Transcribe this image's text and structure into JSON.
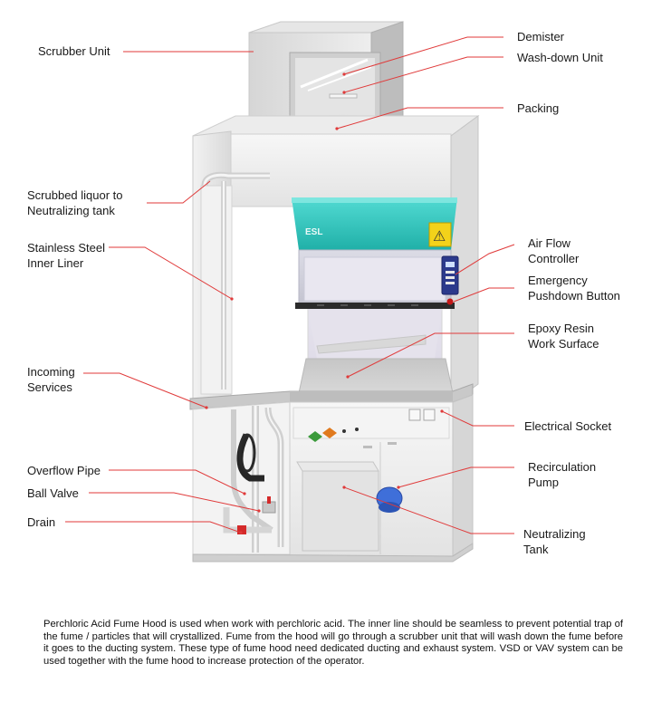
{
  "labels_left": {
    "scrubber_unit": "Scrubber Unit",
    "scrubbed_liquor_line1": "Scrubbed liquor to",
    "scrubbed_liquor_line2": "Neutralizing tank",
    "stainless_line1": "Stainless Steel",
    "stainless_line2": "Inner Liner",
    "incoming_line1": "Incoming",
    "incoming_line2": "Services",
    "overflow_pipe": "Overflow Pipe",
    "ball_valve": "Ball Valve",
    "drain": "Drain"
  },
  "labels_right": {
    "demister": "Demister",
    "wash_down": "Wash-down Unit",
    "packing": "Packing",
    "airflow_line1": "Air Flow",
    "airflow_line2": "Controller",
    "emergency_line1": "Emergency",
    "emergency_line2": "Pushdown Button",
    "epoxy_line1": "Epoxy Resin",
    "epoxy_line2": "Work Surface",
    "electrical_socket": "Electrical Socket",
    "recirc_line1": "Recirculation",
    "recirc_line2": "Pump",
    "neutral_line1": "Neutralizing",
    "neutral_line2": "Tank"
  },
  "hood": {
    "brand": "ESL",
    "warning_symbol": "⚠"
  },
  "colors": {
    "leader_line": "#e03a3a",
    "band": "#2ec6be",
    "cabinet": "#eeeeee"
  },
  "caption": "Perchloric Acid Fume Hood is used when work with perchloric acid.  The inner line should be seamless to prevent potential trap of the fume / particles that will crystallized.  Fume from the hood will go through a scrubber unit that will wash down the fume before it goes to the ducting system.  These type of fume hood need dedicated ducting and exhaust system.  VSD or VAV system can be used together with the fume hood to increase protection of the operator."
}
